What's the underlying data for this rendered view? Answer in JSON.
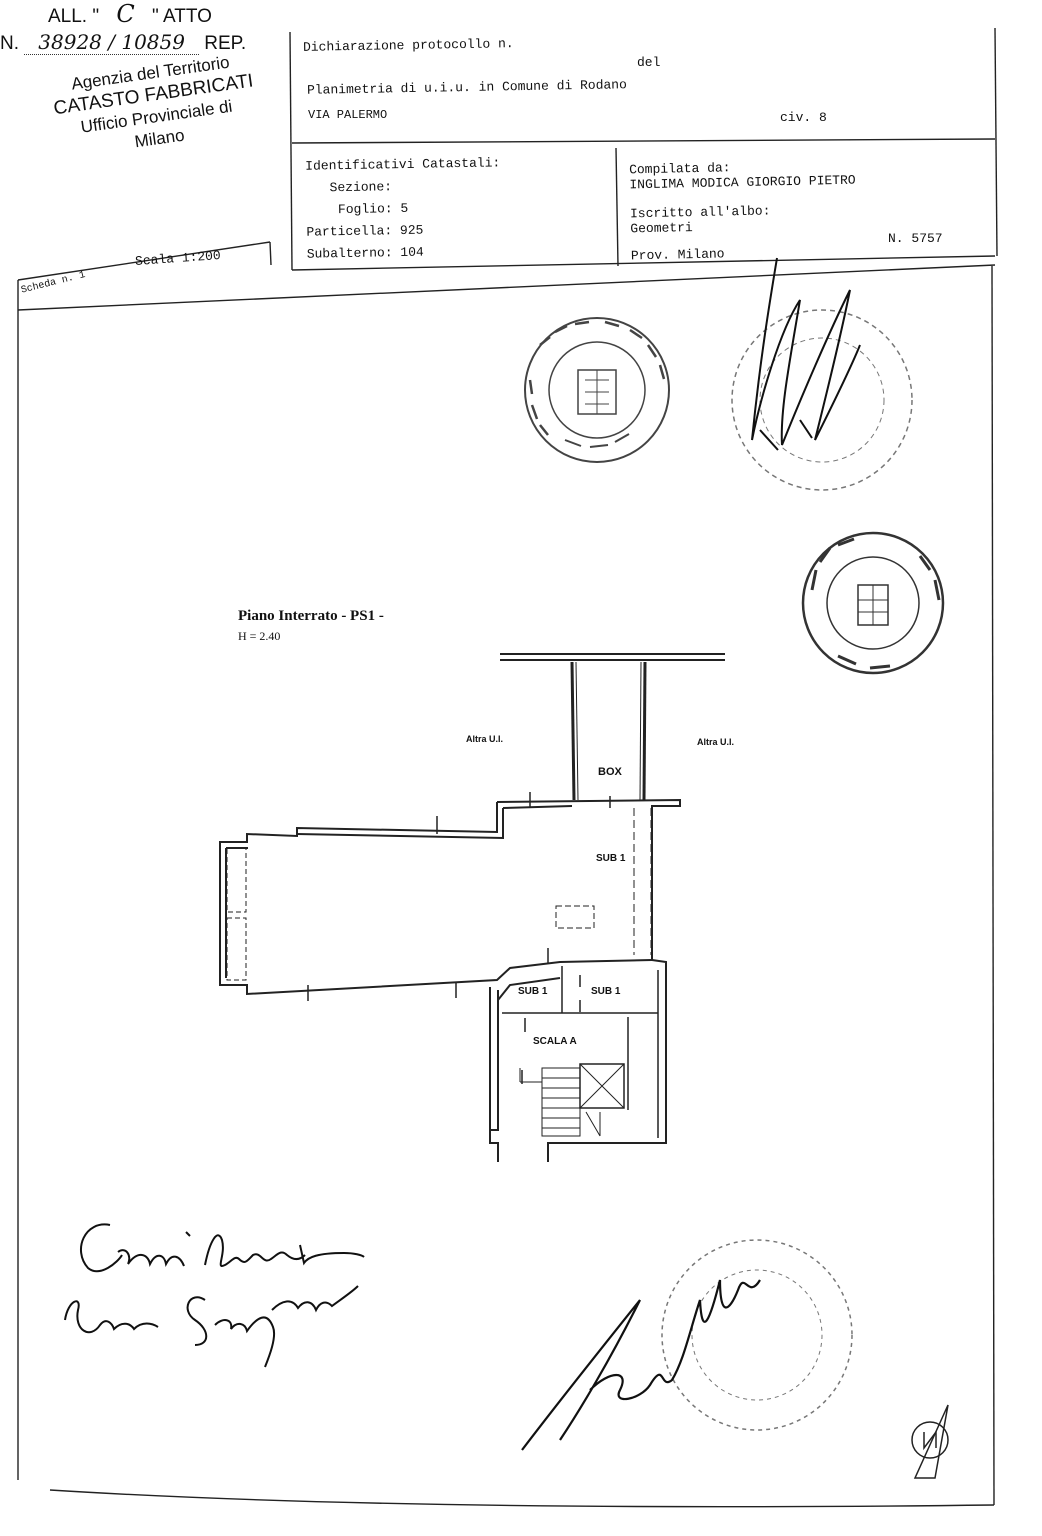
{
  "agency": {
    "line1": "Agenzia del Territorio",
    "line2": "CATASTO FABBRICATI",
    "line3": "Ufficio Provinciale di",
    "line4": "Milano"
  },
  "header": {
    "protocol": "Dichiarazione protocollo n.",
    "del": "del",
    "planimetria": "Planimetria di u.i.u. in Comune di Rodano",
    "address": "VIA PALERMO",
    "civ": "civ. 8"
  },
  "identifiers": {
    "title": "Identificativi Catastali:",
    "sezione": "Sezione:",
    "foglio": "Foglio: 5",
    "particella": "Particella: 925",
    "subalterno": "Subalterno: 104"
  },
  "compiler": {
    "title": "Compilata da:",
    "name": "INGLIMA MODICA GIORGIO PIETRO",
    "albo": "Iscritto all'albo:",
    "profession": "Geometri",
    "province": "Prov. Milano",
    "number": "N. 5757"
  },
  "scheda": {
    "number": "Scheda n. 1",
    "scale": "Scala 1:200"
  },
  "allegato": {
    "text1": "ALL. \"",
    "letter": "C",
    "text2": "\" ATTO",
    "n_label": "N.",
    "n_value": "38928 / 10859",
    "rep": "REP."
  },
  "floor": {
    "title": "Piano Interrato - PS1 -",
    "height": "H = 2.40"
  },
  "plan_labels": {
    "altra_left": "Altra U.I.",
    "altra_right": "Altra U.I.",
    "box": "BOX",
    "sub1_main": "SUB 1",
    "sub1_a": "SUB 1",
    "sub1_b": "SUB 1",
    "scala": "SCALA A"
  },
  "signatures": {
    "line1": "Gianni Alberto",
    "line2": "Luca Serpungo"
  },
  "colors": {
    "ink": "#111111",
    "stamp": "#4a4a4a"
  }
}
